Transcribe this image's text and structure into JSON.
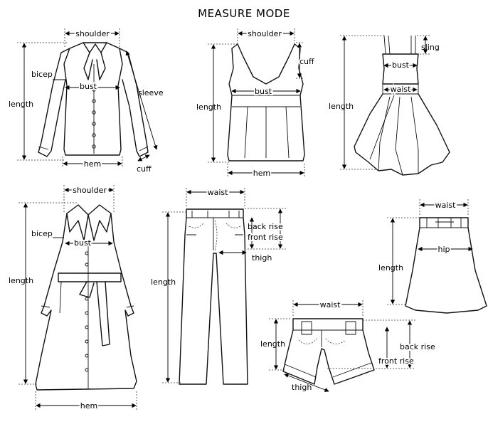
{
  "title": "MEASURE MODE",
  "labels": {
    "shoulder": "shoulder",
    "bicep": "bicep",
    "bust": "bust",
    "sleeve": "sleeve",
    "length": "length",
    "hem": "hem",
    "cuff": "cuff",
    "sling": "sling",
    "waist": "waist",
    "back_rise": "back rise",
    "front_rise": "front rise",
    "thigh": "thigh",
    "hip": "hip"
  },
  "garments": [
    "blouse-icon",
    "tank-top-icon",
    "sling-dress-icon",
    "trench-coat-icon",
    "trousers-icon",
    "skirt-icon",
    "shorts-icon"
  ]
}
